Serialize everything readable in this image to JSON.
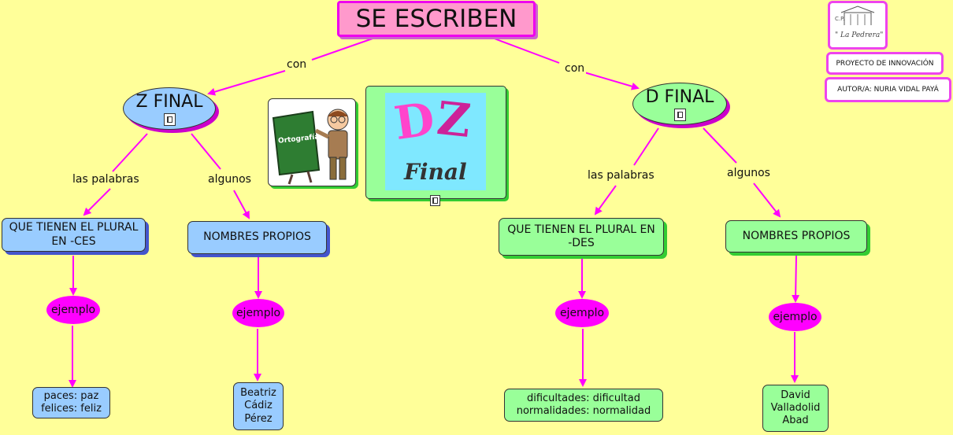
{
  "title": "SE ESCRIBEN",
  "left": {
    "connector": "con",
    "topic": "Z FINAL",
    "branch1": {
      "label": "las palabras",
      "node": "QUE TIENEN EL PLURAL EN -CES",
      "example_label": "ejemplo",
      "example_lines": [
        "paces: paz",
        "felices: feliz"
      ]
    },
    "branch2": {
      "label": "algunos",
      "node": "NOMBRES PROPIOS",
      "example_label": "ejemplo",
      "example_lines": [
        "Beatriz",
        "Cádiz",
        "Pérez"
      ]
    }
  },
  "right": {
    "connector": "con",
    "topic": "D FINAL",
    "branch1": {
      "label": "las palabras",
      "node": "QUE TIENEN EL PLURAL EN -DES",
      "example_label": "ejemplo",
      "example_lines": [
        "dificultades: dificultad",
        "normalidades: normalidad"
      ]
    },
    "branch2": {
      "label": "algunos",
      "node": "NOMBRES PROPIOS",
      "example_label": "ejemplo",
      "example_lines": [
        "David",
        "Valladolid",
        "Abad"
      ]
    }
  },
  "images": {
    "ortografia_text": "Ortografía",
    "dz_letters": [
      "D",
      "Z"
    ],
    "dz_caption": "Final"
  },
  "logo_text": [
    "C.P.",
    "\" La Pedrera\""
  ],
  "project_label": "PROYECTO DE INNOVACIÓN",
  "author_label": "AUTOR/A: NURIA VIDAL PAYÁ",
  "colors": {
    "background": "#ffff99",
    "arrow": "#ff00ff",
    "z_branch": "#99ccff",
    "d_branch": "#99ff99",
    "title_box": "#ff99cc"
  },
  "icons": [
    "document-icon",
    "arrow-connector"
  ]
}
